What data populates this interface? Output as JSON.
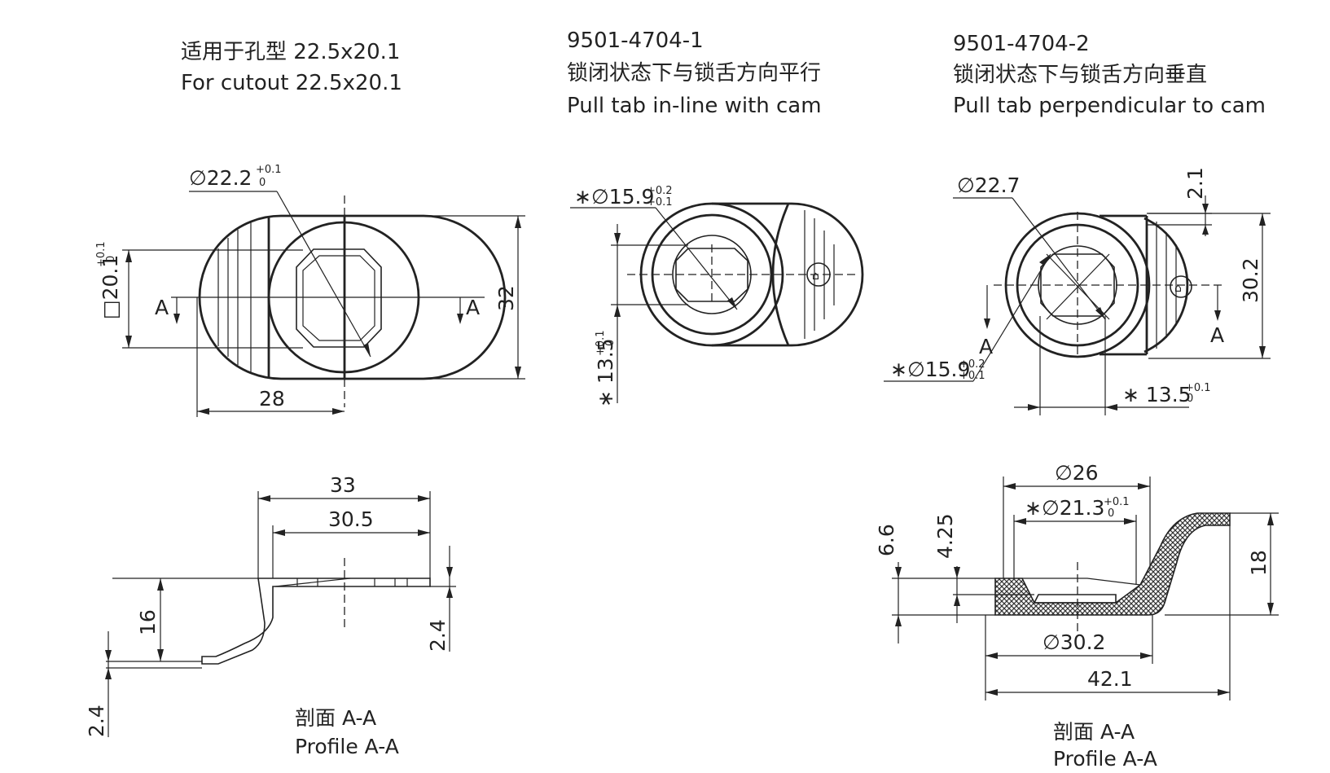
{
  "headers": {
    "cutout_cn": "适用于孔型 22.5x20.1",
    "cutout_en": "For cutout 22.5x20.1",
    "v1_code": "9501-4704-1",
    "v1_cn": "锁闭状态下与锁舌方向平行",
    "v1_en": "Pull tab in-line with cam",
    "v2_code": "9501-4704-2",
    "v2_cn": "锁闭状态下与锁舌方向垂直",
    "v2_en": "Pull tab perpendicular to cam"
  },
  "cutout_view": {
    "dia": "∅22.2",
    "dia_tol_upper": "+0.1",
    "dia_tol_lower": "0",
    "square": "□20.1",
    "square_tol_upper": "+0.1",
    "square_tol_lower": "0",
    "height": "32",
    "width": "28",
    "section_left": "A",
    "section_right": "A"
  },
  "v1_view": {
    "dia": "∗∅15.9",
    "dia_tol_upper": "+0.2",
    "dia_tol_lower": "+0.1",
    "flat": "∗ 13.5",
    "flat_tol_upper": "+0.1",
    "flat_tol_lower": "0"
  },
  "v2_view": {
    "dia_outer": "∅22.7",
    "gap": "2.1",
    "height": "30.2",
    "dia": "∗∅15.9",
    "dia_tol_upper": "+0.2",
    "dia_tol_lower": "+0.1",
    "flat": "∗ 13.5",
    "flat_tol_upper": "+0.1",
    "flat_tol_lower": "0",
    "section_left": "A",
    "section_right": "A"
  },
  "profile_left": {
    "w_total": "33",
    "w_inner": "30.5",
    "height": "16",
    "thickness_right": "2.4",
    "thickness_left": "2.4",
    "caption_cn": "剖面 A-A",
    "caption_en": "Profile A-A"
  },
  "profile_right": {
    "dia_top": "∅26",
    "dia_mid": "∗∅21.3",
    "dia_mid_tol_upper": "+0.1",
    "dia_mid_tol_lower": "0",
    "h_outer": "6.6",
    "h_inner": "4.25",
    "height": "18",
    "dia_bottom": "∅30.2",
    "width": "42.1",
    "caption_cn": "剖面 A-A",
    "caption_en": "Profile A-A"
  }
}
